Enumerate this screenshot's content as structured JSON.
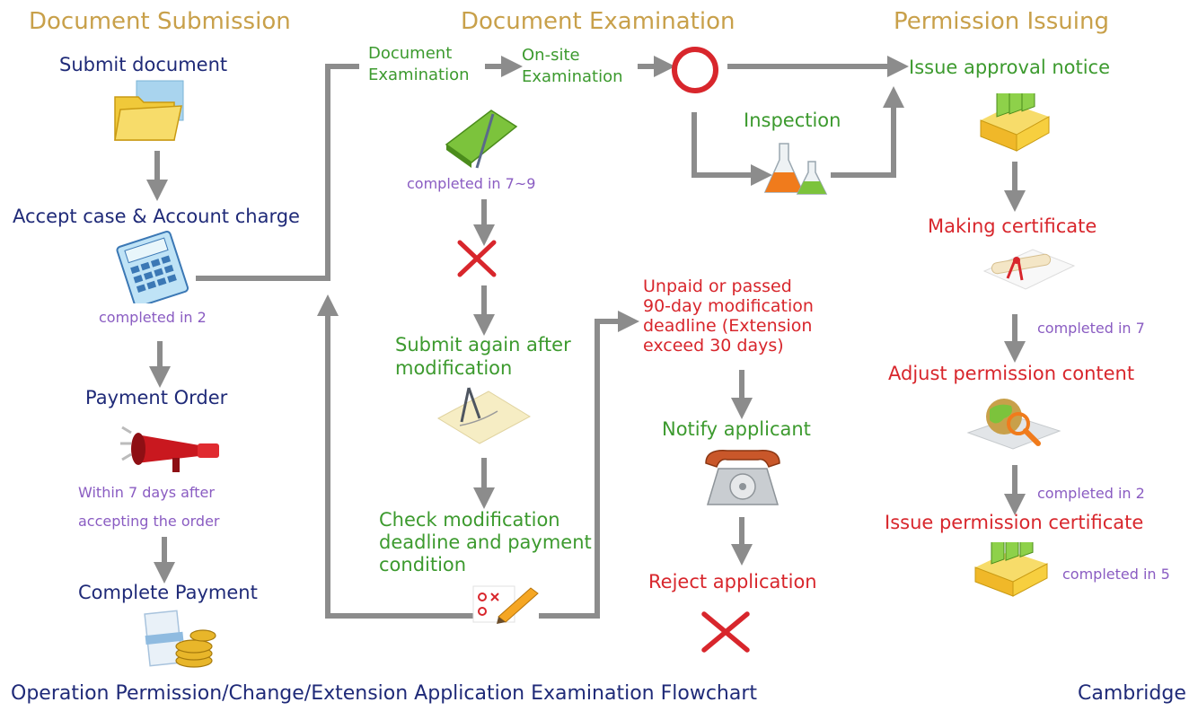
{
  "headers": {
    "submission": "Document  Submission",
    "examination": "Document Examination",
    "issuing": "Permission Issuing"
  },
  "submission": {
    "submit_document": "Submit document",
    "accept_case": "Accept case & Account charge",
    "completed_2": "completed in 2",
    "payment_order": "Payment Order",
    "within_days_1": "Within 7 days after",
    "within_days_2": "accepting the order",
    "complete_payment": "Complete Payment"
  },
  "examination": {
    "doc_exam_1": "Document",
    "doc_exam_2": "Examination",
    "onsite_1": "On-site",
    "onsite_2": "Examination",
    "inspection": "Inspection",
    "completed_7_9": "completed in 7~9",
    "submit_again_1": "Submit again after",
    "submit_again_2": "modification",
    "check_mod_1": "Check modification",
    "check_mod_2": "deadline and payment",
    "check_mod_3": "condition",
    "unpaid_1": "Unpaid or passed",
    "unpaid_2": "90-day modification",
    "unpaid_3": "deadline (Extension",
    "unpaid_4": "exceed 30 days)",
    "notify": "Notify applicant",
    "reject": "Reject application"
  },
  "issuing": {
    "issue_notice": "Issue approval notice",
    "making_cert": "Making certificate",
    "completed_7": "completed in 7",
    "adjust": "Adjust permission content",
    "completed_2": "completed in 2",
    "issue_cert": "Issue permission certificate",
    "completed_5": "completed in 5"
  },
  "footer": {
    "title": "Operation Permission/Change/Extension Application Examination Flowchart",
    "brand": "Cambridge"
  },
  "icons": [
    "folder-icon",
    "calculator-icon",
    "megaphone-icon",
    "payment-icon",
    "pen-pad-icon",
    "reject-x-icon",
    "compass-icon",
    "checklist-pencil-icon",
    "approval-circle-icon",
    "flasks-icon",
    "rotary-phone-icon",
    "file-box-icon",
    "scroll-certificate-icon",
    "globe-magnifier-icon"
  ],
  "colors": {
    "header": "#c8a04a",
    "step": "#1f2a78",
    "process": "#3c9a2e",
    "alert": "#d8262c",
    "note": "#8a5cc2",
    "arrow": "#8c8c8c"
  }
}
